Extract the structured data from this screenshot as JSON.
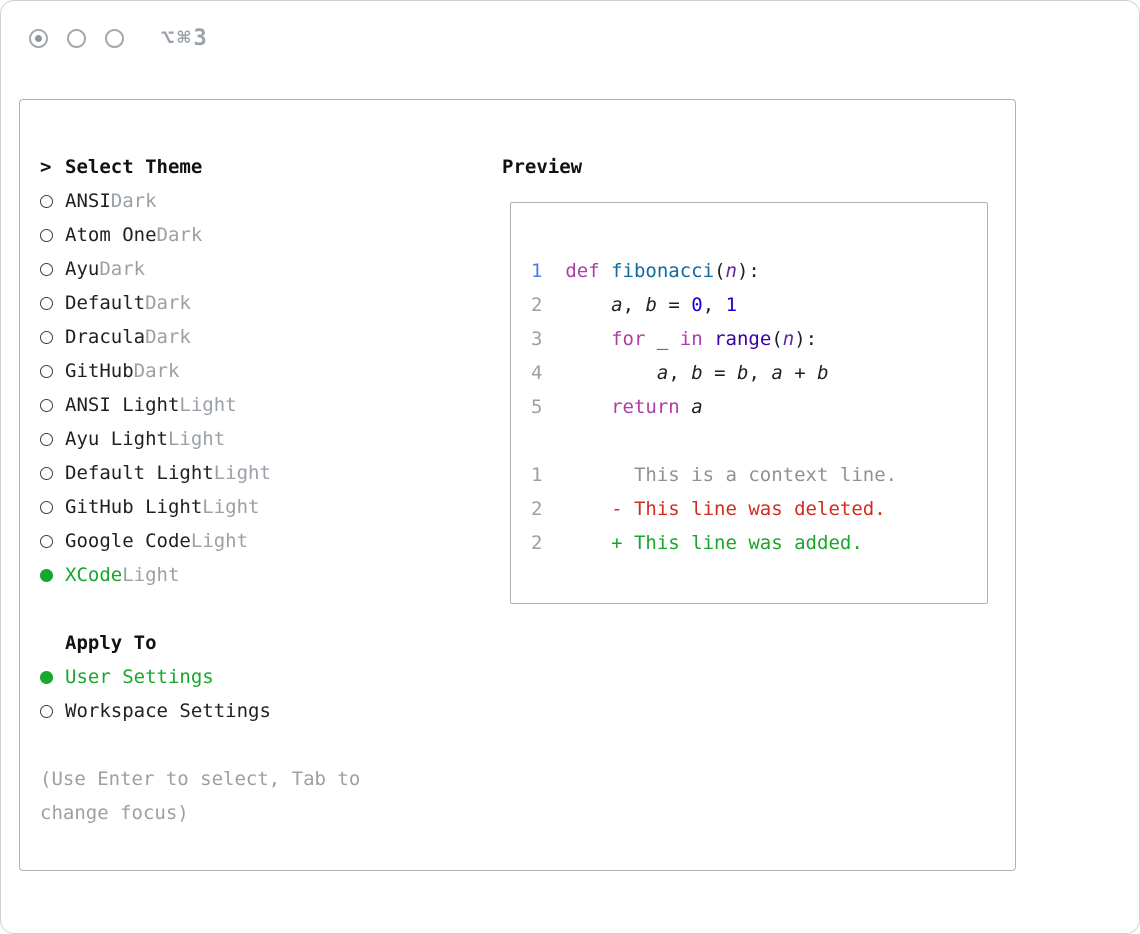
{
  "window": {
    "shortcut": "⌥⌘3"
  },
  "theme_panel": {
    "prompt": ">",
    "title": "Select Theme",
    "items": [
      {
        "name": "ANSI",
        "variant": "Dark",
        "selected": false
      },
      {
        "name": "Atom One",
        "variant": "Dark",
        "selected": false
      },
      {
        "name": "Ayu",
        "variant": "Dark",
        "selected": false
      },
      {
        "name": "Default",
        "variant": "Dark",
        "selected": false
      },
      {
        "name": "Dracula",
        "variant": "Dark",
        "selected": false
      },
      {
        "name": "GitHub",
        "variant": "Dark",
        "selected": false
      },
      {
        "name": "ANSI Light",
        "variant": "Light",
        "selected": false
      },
      {
        "name": "Ayu Light",
        "variant": "Light",
        "selected": false
      },
      {
        "name": "Default Light",
        "variant": "Light",
        "selected": false
      },
      {
        "name": "GitHub Light",
        "variant": "Light",
        "selected": false
      },
      {
        "name": "Google Code",
        "variant": "Light",
        "selected": false
      },
      {
        "name": "XCode",
        "variant": "Light",
        "selected": true
      }
    ]
  },
  "apply_panel": {
    "title": "Apply To",
    "options": [
      {
        "label": "User Settings",
        "selected": true
      },
      {
        "label": "Workspace Settings",
        "selected": false
      }
    ]
  },
  "hint": "(Use Enter to select, Tab to change focus)",
  "preview": {
    "title": "Preview",
    "code_lines": [
      {
        "num": "1",
        "num_color": "line_number_active",
        "tokens": [
          {
            "text": "def ",
            "color": "keyword"
          },
          {
            "text": "fibonacci",
            "color": "function"
          },
          {
            "text": "(",
            "color": "plain"
          },
          {
            "text": "n",
            "color": "param",
            "italic": true
          },
          {
            "text": "):",
            "color": "plain"
          }
        ]
      },
      {
        "num": "2",
        "num_color": "line_number",
        "tokens": [
          {
            "text": "    ",
            "color": "plain"
          },
          {
            "text": "a",
            "color": "plain",
            "italic": true
          },
          {
            "text": ", ",
            "color": "plain"
          },
          {
            "text": "b",
            "color": "plain",
            "italic": true
          },
          {
            "text": " = ",
            "color": "plain"
          },
          {
            "text": "0",
            "color": "number"
          },
          {
            "text": ", ",
            "color": "plain"
          },
          {
            "text": "1",
            "color": "number"
          }
        ]
      },
      {
        "num": "3",
        "num_color": "line_number",
        "tokens": [
          {
            "text": "    ",
            "color": "plain"
          },
          {
            "text": "for",
            "color": "keyword"
          },
          {
            "text": " _ ",
            "color": "plain"
          },
          {
            "text": "in",
            "color": "keyword"
          },
          {
            "text": " ",
            "color": "plain"
          },
          {
            "text": "range",
            "color": "builtin"
          },
          {
            "text": "(",
            "color": "plain"
          },
          {
            "text": "n",
            "color": "param",
            "italic": true
          },
          {
            "text": "):",
            "color": "plain"
          }
        ]
      },
      {
        "num": "4",
        "num_color": "line_number",
        "tokens": [
          {
            "text": "        ",
            "color": "plain"
          },
          {
            "text": "a",
            "color": "plain",
            "italic": true
          },
          {
            "text": ", ",
            "color": "plain"
          },
          {
            "text": "b",
            "color": "plain",
            "italic": true
          },
          {
            "text": " = ",
            "color": "plain"
          },
          {
            "text": "b",
            "color": "plain",
            "italic": true
          },
          {
            "text": ", ",
            "color": "plain"
          },
          {
            "text": "a",
            "color": "plain",
            "italic": true
          },
          {
            "text": " + ",
            "color": "plain"
          },
          {
            "text": "b",
            "color": "plain",
            "italic": true
          }
        ]
      },
      {
        "num": "5",
        "num_color": "line_number",
        "tokens": [
          {
            "text": "    ",
            "color": "plain"
          },
          {
            "text": "return",
            "color": "keyword"
          },
          {
            "text": " ",
            "color": "plain"
          },
          {
            "text": "a",
            "color": "plain",
            "italic": true
          }
        ]
      }
    ],
    "diff_lines": [
      {
        "num": "1",
        "body": "      This is a context line.",
        "color": "diff_context"
      },
      {
        "num": "2",
        "body": "    - This line was deleted.",
        "color": "diff_deleted"
      },
      {
        "num": "2",
        "body": "    + This line was added.",
        "color": "diff_added"
      }
    ]
  },
  "colors": {
    "keyword": "#AD3DA4",
    "function": "#0F68A0",
    "builtin": "#3900A0",
    "param": "#5C2699",
    "number": "#1C00CF",
    "plain": "#1F2024",
    "line_number": "#9BA0A6",
    "line_number_active": "#4B7BE5",
    "diff_context": "#8E9297",
    "diff_deleted": "#D12C1F",
    "diff_added": "#16A72C",
    "selected_green": "#16A72C",
    "muted_gray": "#9BA0A6"
  }
}
